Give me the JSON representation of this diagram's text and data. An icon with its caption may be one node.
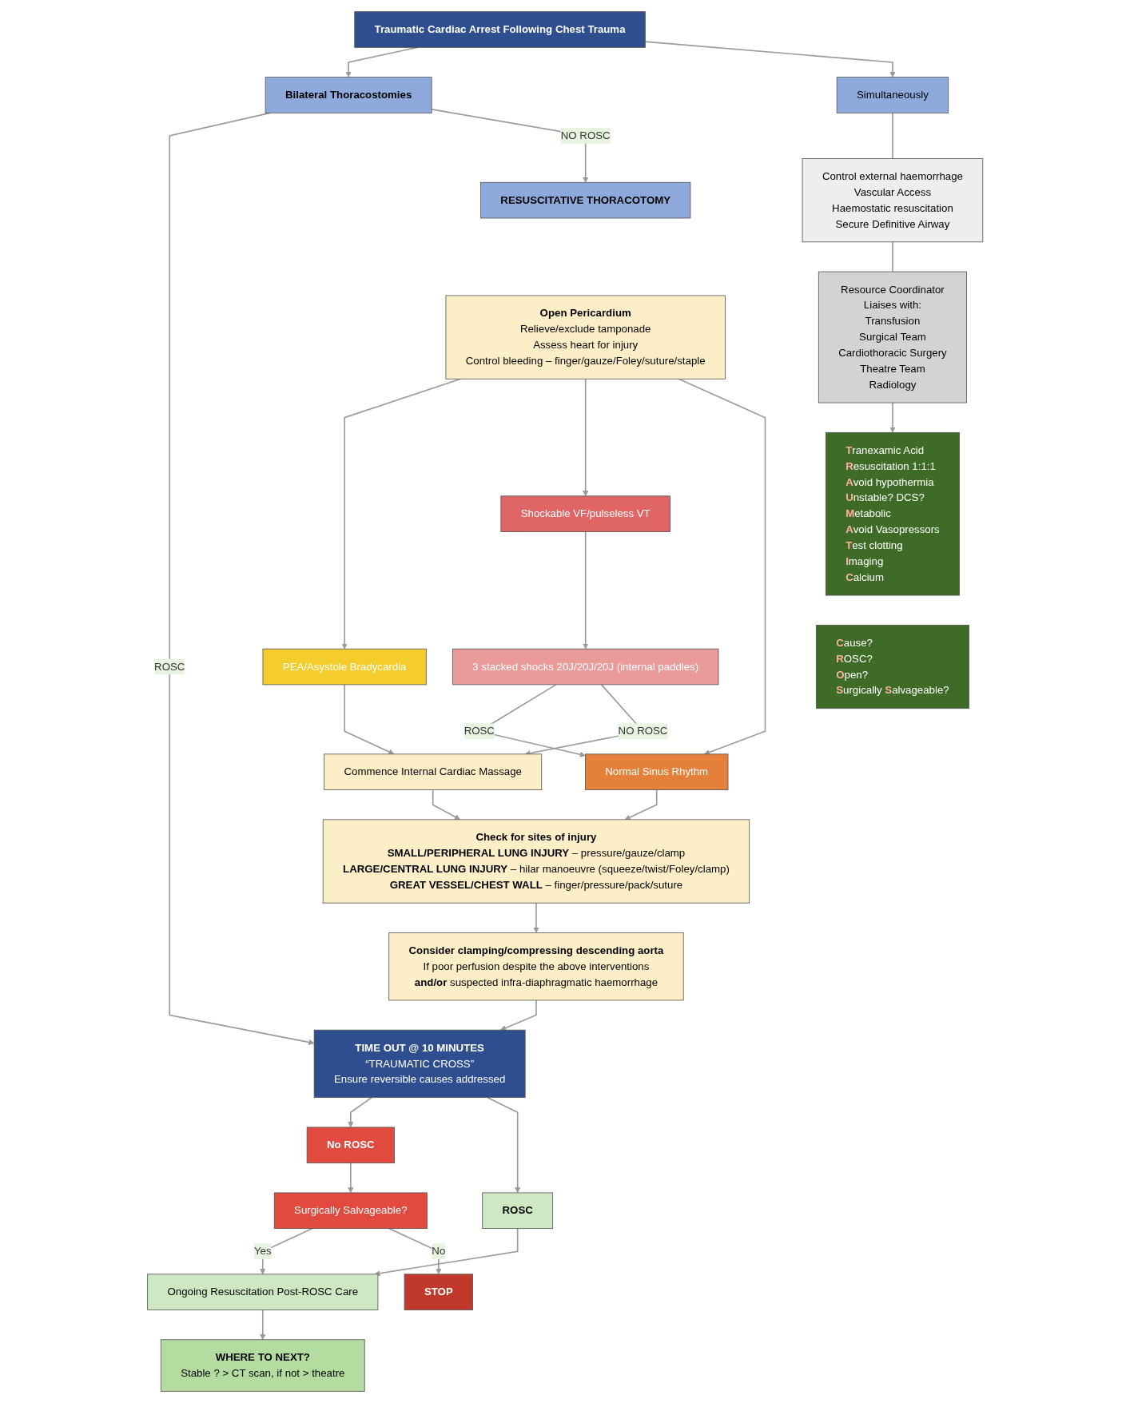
{
  "diagram": {
    "nodes": [
      {
        "text": [
          "Traumatic Cardiac Arrest Following Chest Trauma"
        ]
      },
      {
        "text": [
          "Bilateral Thoracostomies"
        ]
      },
      {
        "text": [
          "Simultaneously"
        ]
      },
      {
        "text": [
          "RESUSCITATIVE THORACOTOMY"
        ]
      },
      {
        "text": [
          "Open Pericardium",
          "Relieve/exclude tamponade",
          "Assess heart for injury",
          "Control bleeding – finger/gauze/Foley/suture/staple"
        ]
      },
      {
        "text": [
          "PEA/Asystole Bradycardia"
        ]
      },
      {
        "text": [
          "Shockable VF/pulseless VT"
        ]
      },
      {
        "text": [
          "Normal Sinus Rhythm"
        ]
      },
      {
        "text": [
          "3 stacked shocks 20J/20J/20J (internal paddles)"
        ]
      },
      {
        "text": [
          "Commence Internal Cardiac Massage"
        ]
      },
      {
        "text": [
          "Check for sites of injury",
          "**SMALL/PERIPHERAL LUNG INJURY** – pressure/gauze/clamp",
          "**LARGE/CENTRAL LUNG INJURY** – hilar manoeuvre (squeeze/twist/Foley/clamp)",
          "**GREAT VESSEL/CHEST WALL** – finger/pressure/pack/suture"
        ]
      },
      {
        "text": [
          "Consider clamping/compressing descending aorta",
          "If poor perfusion despite the above interventions",
          "**and/or** suspected infra-diaphragmatic haemorrhage"
        ]
      },
      {
        "text": [
          "Control external haemorrhage",
          "Vascular Access",
          "Haemostatic resuscitation",
          "Secure Definitive Airway"
        ]
      },
      {
        "text": [
          "Resource Coordinator",
          "Liaises with:",
          "Transfusion",
          "Surgical Team",
          "Cardiothoracic Surgery",
          "Theatre Team",
          "Radiology"
        ]
      },
      {
        "text": [
          "Tranexamic Acid",
          "Resuscitation 1:1:1",
          "Avoid hypothermia",
          "Unstable? DCS?",
          "Metabolic",
          "Avoid Vasopressors",
          "Test clotting",
          "Imaging",
          "Calcium"
        ]
      },
      {
        "text": [
          "Cause?",
          "ROSC?",
          "Open?",
          "Surgically Salvageable?"
        ]
      },
      {
        "text": [
          "TIME OUT @ 10 MINUTES",
          "“TRAUMATIC CROSS”",
          "Ensure reversible causes addressed"
        ]
      },
      {
        "text": [
          "No ROSC"
        ]
      },
      {
        "text": [
          "ROSC"
        ]
      },
      {
        "text": [
          "Surgically Salvageable?"
        ]
      },
      {
        "text": [
          "Ongoing Resuscitation Post-ROSC Care"
        ]
      },
      {
        "text": [
          "STOP"
        ]
      },
      {
        "text": [
          "WHERE TO NEXT?",
          "Stable ? > CT scan, if not > theatre"
        ]
      }
    ],
    "edges": [
      {
        "from": 0,
        "to": 1,
        "arrow": "to"
      },
      {
        "from": 0,
        "to": 2,
        "arrow": "to"
      },
      {
        "from": 1,
        "to": 16,
        "arrow": "to",
        "label": "ROSC"
      },
      {
        "from": 1,
        "to": 3,
        "arrow": "to",
        "label": "NO ROSC"
      },
      {
        "from": 4,
        "to": 5,
        "arrow": "to"
      },
      {
        "from": 4,
        "to": 6,
        "arrow": "to"
      },
      {
        "from": 4,
        "to": 7,
        "arrow": "to"
      },
      {
        "from": 6,
        "to": 8,
        "arrow": "to"
      },
      {
        "from": 8,
        "to": 7,
        "arrow": "to",
        "label": "ROSC"
      },
      {
        "from": 8,
        "to": 9,
        "arrow": "to",
        "label": "NO ROSC"
      },
      {
        "from": 5,
        "to": 9,
        "arrow": "to"
      },
      {
        "from": 9,
        "to": 10,
        "arrow": "to"
      },
      {
        "from": 7,
        "to": 10,
        "arrow": "to"
      },
      {
        "from": 10,
        "to": 11,
        "arrow": "to"
      },
      {
        "from": 11,
        "to": 16,
        "arrow": "to"
      },
      {
        "from": 2,
        "to": 12,
        "arrow": "none"
      },
      {
        "from": 12,
        "to": 13,
        "arrow": "none"
      },
      {
        "from": 13,
        "to": 14,
        "arrow": "to"
      },
      {
        "from": 16,
        "to": 17,
        "arrow": "to"
      },
      {
        "from": 16,
        "to": 18,
        "arrow": "to"
      },
      {
        "from": 17,
        "to": 19,
        "arrow": "to"
      },
      {
        "from": 19,
        "to": 20,
        "arrow": "to",
        "label": "Yes"
      },
      {
        "from": 19,
        "to": 21,
        "arrow": "to",
        "label": "No"
      },
      {
        "from": 18,
        "to": 20,
        "arrow": "to"
      },
      {
        "from": 20,
        "to": 22,
        "arrow": "to"
      }
    ]
  }
}
